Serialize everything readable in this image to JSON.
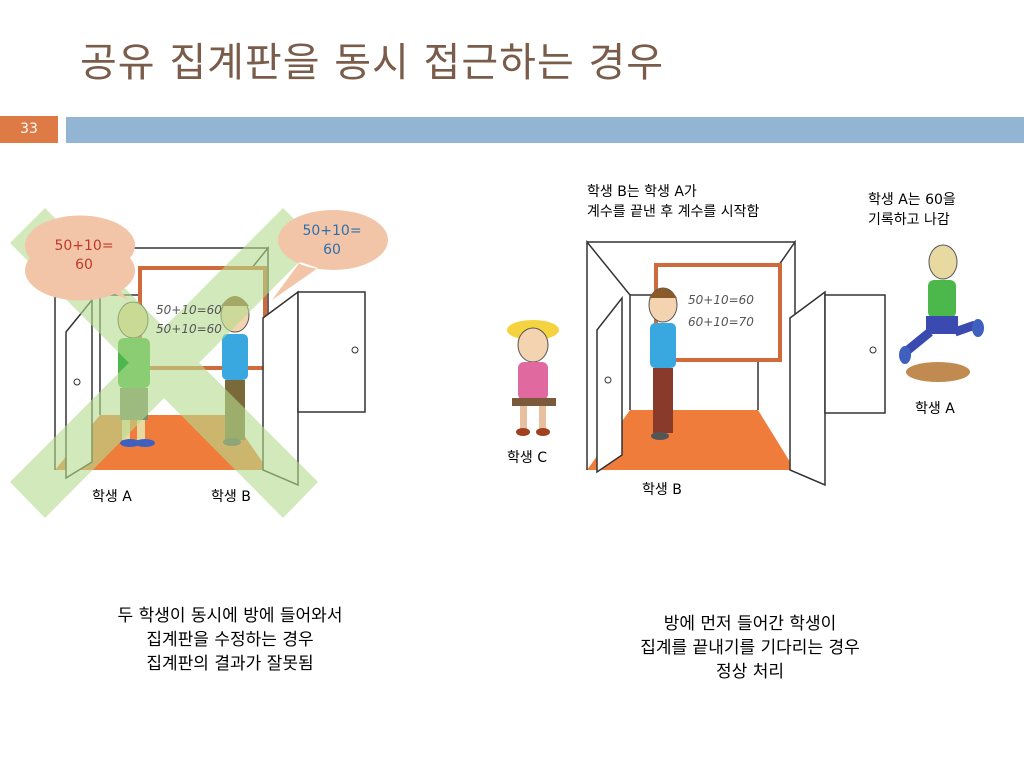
{
  "slide": {
    "title": "공유 집계판을 동시 접근하는 경우",
    "number": "33"
  },
  "left_scene": {
    "bubble_a": {
      "line1": "50+10=",
      "line2": "60"
    },
    "bubble_b": {
      "line1": "50+10=",
      "line2": "60"
    },
    "board_lines": [
      "50+10=60",
      "50+10=60"
    ],
    "student_a_label": "학생 A",
    "student_b_label": "학생 B",
    "caption": {
      "line1": "두 학생이 동시에 방에 들어와서",
      "line2": "집계판을 수정하는 경우",
      "line3": "집계판의 결과가 잘못됨"
    }
  },
  "right_scene": {
    "note_b": {
      "line1": "학생 B는 학생 A가",
      "line2": "계수를 끝낸 후 계수를 시작함"
    },
    "note_a": {
      "line1": "학생 A는  60을",
      "line2": "기록하고 나감"
    },
    "board_lines": [
      "50+10=60",
      "60+10=70"
    ],
    "student_c_label": "학생 C",
    "student_b_label": "학생 B",
    "student_a_label": "학생 A",
    "caption": {
      "line1": "방에 먼저 들어간 학생이",
      "line2": "집계를 끝내기를 기다리는 경우",
      "line3": "정상 처리"
    }
  },
  "colors": {
    "title": "#7a5c4a",
    "slide_number_bg": "#dd7a45",
    "top_bar": "#92b5d4",
    "floor": "#f07c3c",
    "cross": "#b5dc8e",
    "bubble": "#f2c5a8",
    "bubble_a_text": "#c0392b",
    "bubble_b_text": "#2e6fad"
  }
}
